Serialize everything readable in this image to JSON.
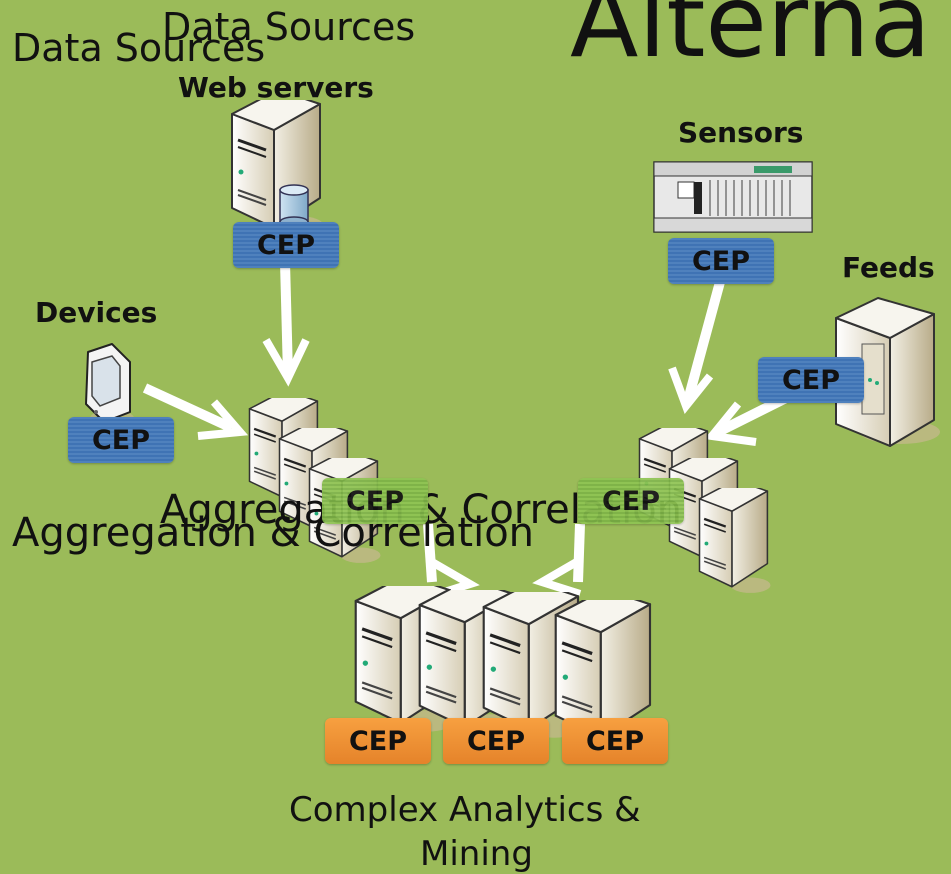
{
  "title": "Alterna",
  "sections": {
    "data_sources_1": "Data Sources",
    "data_sources_2": "Data Sources",
    "aggregation_1": "Aggregation & Correlation",
    "aggregation_2": "Aggregation & Correlation",
    "analytics_line1": "Complex Analytics &",
    "analytics_line2": "Mining"
  },
  "sources": {
    "web_servers": "Web servers",
    "sensors": "Sensors",
    "devices": "Devices",
    "feeds": "Feeds"
  },
  "cep": {
    "web_servers": "CEP",
    "sensors": "CEP",
    "devices": "CEP",
    "feeds": "CEP",
    "agg_left": "CEP",
    "agg_right": "CEP",
    "analytics_1": "CEP",
    "analytics_2": "CEP",
    "analytics_3": "CEP"
  }
}
